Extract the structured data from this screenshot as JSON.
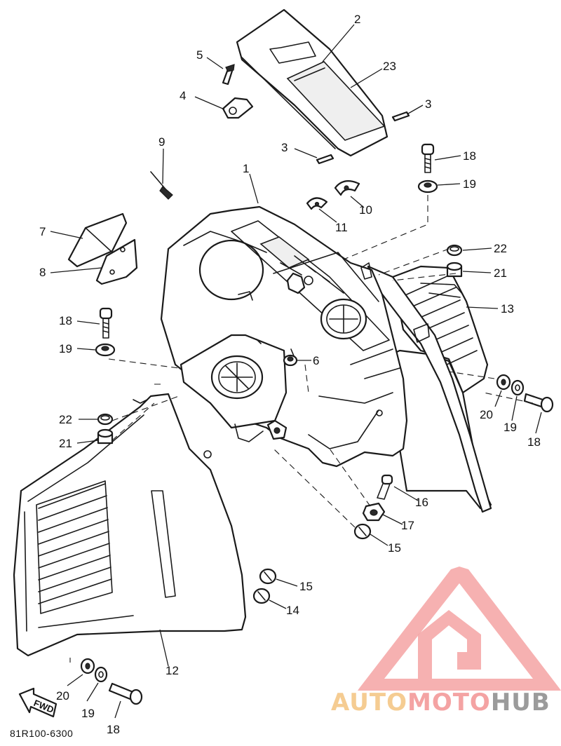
{
  "diagram": {
    "drawing_code": "81R100-6300",
    "forward_marker": "FWD",
    "callouts": [
      {
        "label": "1",
        "part": "main-panel"
      },
      {
        "label": "2",
        "part": "top-cover"
      },
      {
        "label": "23",
        "part": "top-cover-window"
      },
      {
        "label": "3",
        "part": "pin-right"
      },
      {
        "label": "3",
        "part": "pin-left"
      },
      {
        "label": "4",
        "part": "clip"
      },
      {
        "label": "5",
        "part": "screw-small"
      },
      {
        "label": "9",
        "part": "rivet"
      },
      {
        "label": "18",
        "part": "bolt-top-right"
      },
      {
        "label": "19",
        "part": "washer-top-right"
      },
      {
        "label": "10",
        "part": "bracket-10"
      },
      {
        "label": "11",
        "part": "bracket-11"
      },
      {
        "label": "7",
        "part": "plate-7"
      },
      {
        "label": "8",
        "part": "plate-8"
      },
      {
        "label": "22",
        "part": "grommet-right"
      },
      {
        "label": "21",
        "part": "collar-right"
      },
      {
        "label": "13",
        "part": "side-cover-right"
      },
      {
        "label": "18",
        "part": "bolt-left"
      },
      {
        "label": "19",
        "part": "washer-left"
      },
      {
        "label": "6",
        "part": "nut-6"
      },
      {
        "label": "20",
        "part": "washer-20-right"
      },
      {
        "label": "19",
        "part": "washer-19-right"
      },
      {
        "label": "18",
        "part": "bolt-18-right"
      },
      {
        "label": "22",
        "part": "grommet-left"
      },
      {
        "label": "21",
        "part": "collar-left"
      },
      {
        "label": "16",
        "part": "bolt-16"
      },
      {
        "label": "17",
        "part": "nut-17"
      },
      {
        "label": "15",
        "part": "damper-15-a"
      },
      {
        "label": "15",
        "part": "damper-15-b"
      },
      {
        "label": "14",
        "part": "damper-14"
      },
      {
        "label": "12",
        "part": "side-cover-left"
      },
      {
        "label": "20",
        "part": "washer-20-bottom"
      },
      {
        "label": "19",
        "part": "washer-19-bottom"
      },
      {
        "label": "18",
        "part": "bolt-18-bottom"
      }
    ]
  },
  "watermark": {
    "text_a": "AUTO",
    "text_b": "MOTO",
    "text_c": "HUB",
    "color_primary": "#f4a3a3",
    "color_secondary": "#f5cc92",
    "color_dark": "#9b9b9b"
  }
}
